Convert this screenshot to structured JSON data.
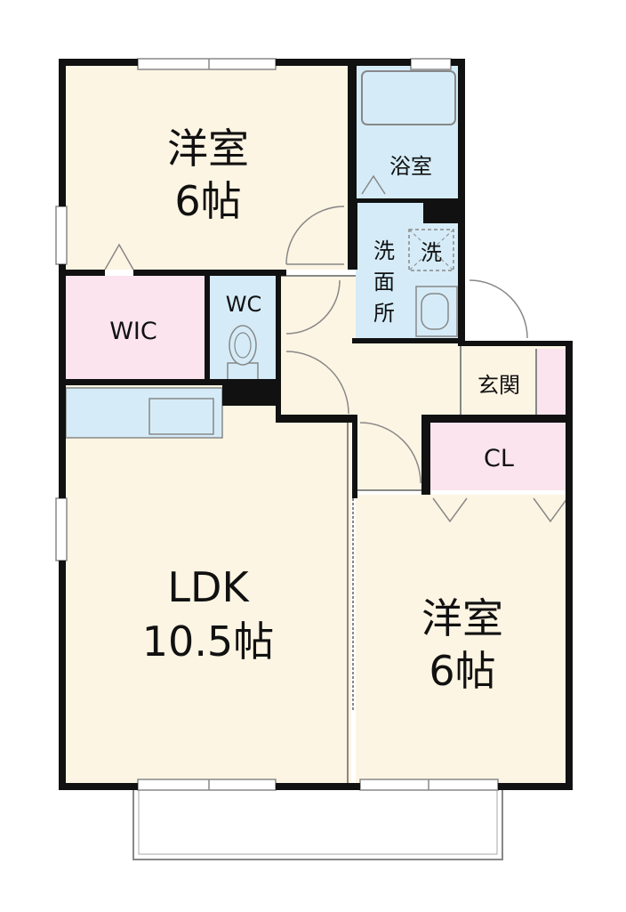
{
  "rooms": {
    "western_top": {
      "name": "洋室",
      "size": "6帖"
    },
    "bathroom": {
      "name": "浴室"
    },
    "washroom": {
      "name": "洗\n面\n所",
      "washer_mark": "洗"
    },
    "wic": {
      "name": "WIC"
    },
    "wc": {
      "name": "WC"
    },
    "ldk": {
      "name": "LDK",
      "size": "10.5帖"
    },
    "entrance": {
      "name": "玄関"
    },
    "closet": {
      "name": "CL"
    },
    "western_bottom": {
      "name": "洋室",
      "size": "6帖"
    }
  },
  "colors": {
    "living": "#fdf5e3",
    "wet": "#d5ecf8",
    "storage": "#fbe4ee",
    "wall": "#111111",
    "line": "#888888"
  }
}
